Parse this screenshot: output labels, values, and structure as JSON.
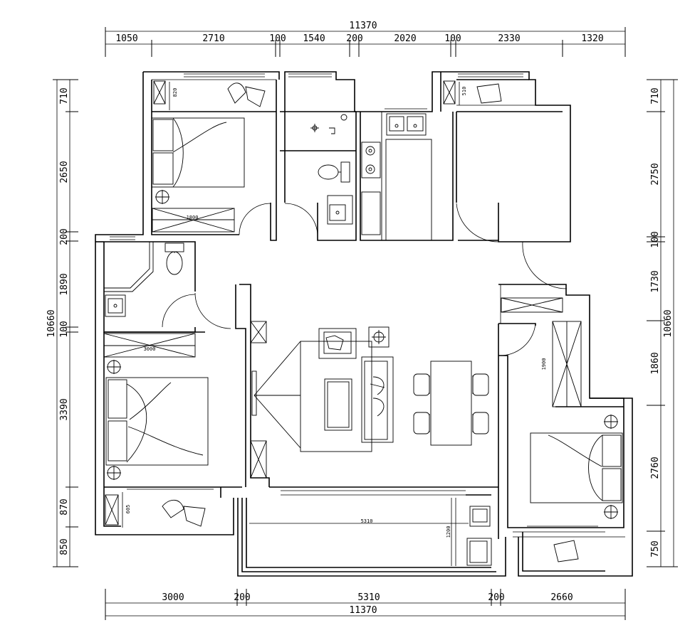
{
  "dimensions": {
    "top_total": "11370",
    "top_segments": [
      "1050",
      "2710",
      "100",
      "1540",
      "200",
      "2020",
      "100",
      "2330",
      "1320"
    ],
    "bottom_total": "11370",
    "bottom_segments": [
      "3000",
      "200",
      "5310",
      "200",
      "2660"
    ],
    "left_total": "10660",
    "left_segments": [
      "710",
      "2650",
      "200",
      "1890",
      "100",
      "3390",
      "870",
      "850"
    ],
    "right_total": "10660",
    "right_segments": [
      "710",
      "2750",
      "100",
      "1730",
      "1860",
      "2760",
      "750"
    ]
  },
  "annotations": {
    "wardrobe_top_left": "1800",
    "wardrobe_mid_left": "3000",
    "wardrobe_right": "1900",
    "balcony_length": "5310",
    "balcony_depth": "1200",
    "tag_top_left": "820",
    "tag_top_right": "510",
    "tag_bottom_left": "605"
  }
}
